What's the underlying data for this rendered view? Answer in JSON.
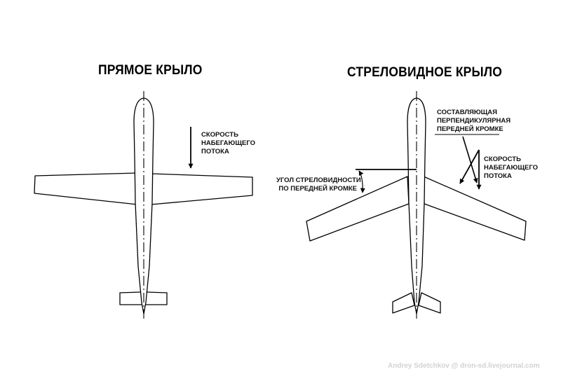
{
  "left_diagram": {
    "title": "ПРЯМОЕ КРЫЛО",
    "airspeed_label": [
      "СКОРОСТЬ",
      "НАБЕГАЮЩЕГО",
      "ПОТОКА"
    ]
  },
  "right_diagram": {
    "title": "СТРЕЛОВИДНОЕ КРЫЛО",
    "perpendicular_label": [
      "СОСТАВЛЯЮЩАЯ",
      "ПЕРПЕНДИКУЛЯРНАЯ",
      "ПЕРЕДНЕЙ КРОМКЕ"
    ],
    "airspeed_label": [
      "СКОРОСТЬ",
      "НАБЕГАЮЩЕГО",
      "ПОТОКА"
    ],
    "sweep_angle_label": [
      "УГОЛ СТРЕЛОВИДНОСТИ",
      "ПО ПЕРЕДНЕЙ КРОМКЕ"
    ]
  },
  "watermark": "Andrey Sdetchkov @ dron-sd.livejournal.com",
  "colors": {
    "line": "#000000",
    "background": "#ffffff",
    "watermark": "#d2d2d2"
  }
}
